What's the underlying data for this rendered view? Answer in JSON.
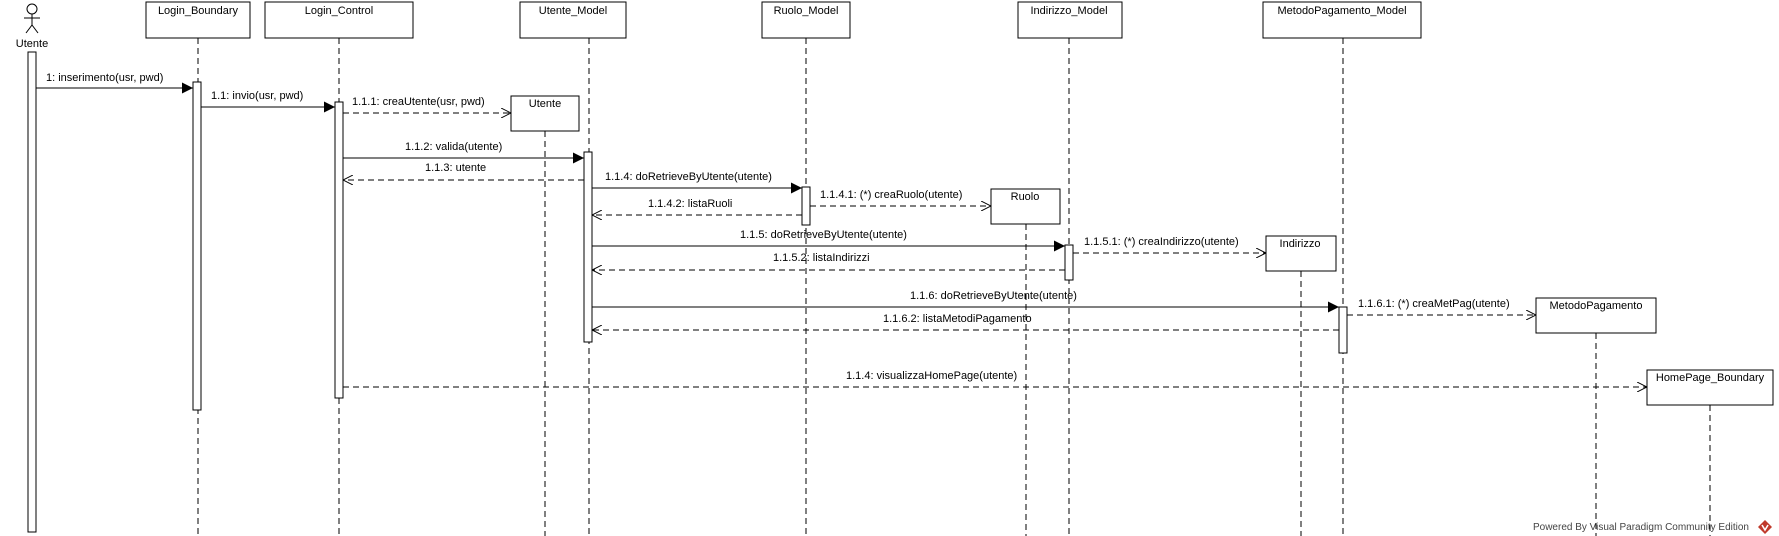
{
  "actor": {
    "name": "Utente"
  },
  "participants": [
    {
      "id": "login_boundary",
      "name": "Login_Boundary"
    },
    {
      "id": "login_control",
      "name": "Login_Control"
    },
    {
      "id": "utente_model",
      "name": "Utente_Model"
    },
    {
      "id": "ruolo_model",
      "name": "Ruolo_Model"
    },
    {
      "id": "indirizzo_model",
      "name": "Indirizzo_Model"
    },
    {
      "id": "metodopagamento_model",
      "name": "MetodoPagamento_Model"
    }
  ],
  "created_objects": [
    {
      "id": "utente_obj",
      "name": "Utente"
    },
    {
      "id": "ruolo_obj",
      "name": "Ruolo"
    },
    {
      "id": "indirizzo_obj",
      "name": "Indirizzo"
    },
    {
      "id": "metodopagamento_obj",
      "name": "MetodoPagamento"
    },
    {
      "id": "homepage_obj",
      "name": "HomePage_Boundary"
    }
  ],
  "messages": [
    {
      "label": "1: inserimento(usr, pwd)",
      "kind": "sync"
    },
    {
      "label": "1.1: invio(usr, pwd)",
      "kind": "sync"
    },
    {
      "label": "1.1.1: creaUtente(usr, pwd)",
      "kind": "create"
    },
    {
      "label": "1.1.2: valida(utente)",
      "kind": "sync"
    },
    {
      "label": "1.1.3: utente",
      "kind": "return"
    },
    {
      "label": "1.1.4: doRetrieveByUtente(utente)",
      "kind": "sync"
    },
    {
      "label": "1.1.4.1: (*) creaRuolo(utente)",
      "kind": "create"
    },
    {
      "label": "1.1.4.2: listaRuoli",
      "kind": "return"
    },
    {
      "label": "1.1.5: doRetrieveByUtente(utente)",
      "kind": "sync"
    },
    {
      "label": "1.1.5.1: (*) creaIndirizzo(utente)",
      "kind": "create"
    },
    {
      "label": "1.1.5.2: listaIndirizzi",
      "kind": "return"
    },
    {
      "label": "1.1.6: doRetrieveByUtente(utente)",
      "kind": "sync"
    },
    {
      "label": "1.1.6.1: (*) creaMetPag(utente)",
      "kind": "create"
    },
    {
      "label": "1.1.6.2: listaMetodiPagamento",
      "kind": "return"
    },
    {
      "label": "1.1.4: visualizzaHomePage(utente)",
      "kind": "create"
    }
  ],
  "watermark": "Powered By Visual Paradigm Community Edition"
}
